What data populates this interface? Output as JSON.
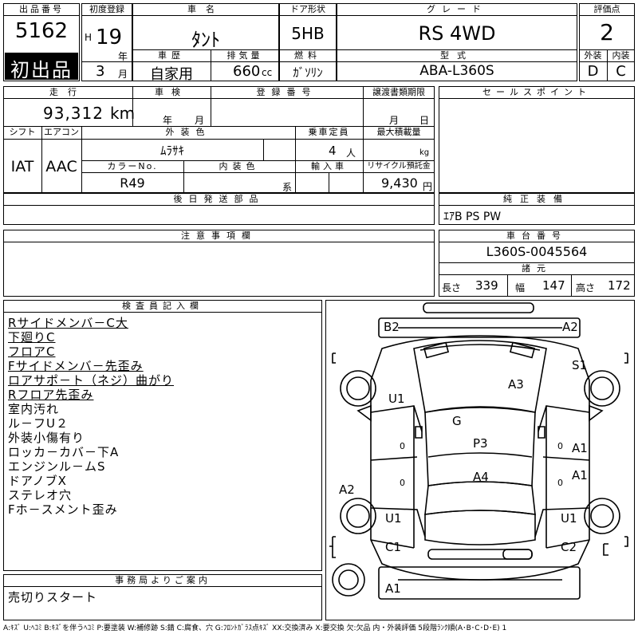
{
  "header": {
    "lot_label": "出品番号",
    "lot_number": "5162",
    "first_listing": "初出品",
    "reg_label": "初度登録",
    "era": "H",
    "year": "19",
    "year_unit": "年",
    "month": "3",
    "month_unit": "月",
    "name_label": "車名",
    "car_name": "ﾀﾝﾄ",
    "history_label": "車歴",
    "history_value": "自家用",
    "displacement_label": "排気量",
    "displacement_value": "660",
    "displacement_unit": "cc",
    "door_label": "ドア形状",
    "door_value": "5HB",
    "fuel_label": "燃料",
    "fuel_value": "ｶﾞｿﾘﾝ",
    "grade_label": "グレード",
    "grade_value": "RS 4WD",
    "model_label": "型式",
    "model_value": "ABA-L360S",
    "score_label": "評価点",
    "score_value": "2",
    "exterior_label": "外装",
    "exterior_value": "D",
    "interior_label": "内装",
    "interior_value": "C"
  },
  "specs": {
    "mileage_label": "走行",
    "mileage_value": "93,312",
    "mileage_unit": "km",
    "inspection_label": "車検",
    "inspection_year_unit": "年",
    "inspection_month_unit": "月",
    "registration_label": "登録番号",
    "transfer_label": "譲渡書類期限",
    "transfer_month_unit": "月",
    "transfer_day_unit": "日",
    "shift_label": "シフト",
    "shift_value": "IAT",
    "ac_label": "エアコン",
    "ac_value": "AAC",
    "ext_color_label": "外装色",
    "ext_color_value": "ﾑﾗｻｷ",
    "capacity_label": "乗車定員",
    "capacity_value": "4",
    "capacity_unit": "人",
    "load_label": "最大積載量",
    "load_unit": "kg",
    "color_no_label": "カラーNo.",
    "color_no_value": "R49",
    "int_color_label": "内装色",
    "int_color_suffix": "系",
    "import_label": "輸入車",
    "recycle_label": "リサイクル預託金",
    "recycle_value": "9,430",
    "recycle_unit": "円",
    "later_parts_label": "後日発送部品"
  },
  "sales": {
    "sales_label": "セールスポイント",
    "equipment_label": "純正装備",
    "equipment_value": "ｴｱB PS PW",
    "chassis_label": "車台番号",
    "chassis_value": "L360S-0045564",
    "dims_label": "諸元",
    "length_label": "長さ",
    "length_value": "339",
    "width_label": "幅",
    "width_value": "147",
    "height_label": "高さ",
    "height_value": "172"
  },
  "caution": {
    "label": "注意事項欄"
  },
  "inspector": {
    "label": "検査員記入欄",
    "lines": [
      "Rサイドメンバ－C大",
      "下廻りC",
      "フロアC",
      "Fサイドメンバ－先歪み",
      "ロアサポ－ト（ネジ）曲がり",
      "Rフロア先歪み",
      "室内汚れ",
      "ル－フU２",
      "外装小傷有り",
      "ロッカ－カバ－下A",
      "エンジンル－ムS",
      "ドアノブX",
      "ステレオ穴",
      "Fホ－スメント歪み"
    ]
  },
  "office": {
    "label": "事務局よりご案内",
    "message": "売切りスタート"
  },
  "diagram": {
    "marks": {
      "b2": "B2",
      "a2_top": "A2",
      "s1": "S1",
      "u1_left_upper": "U1",
      "a3": "A3",
      "g": "G",
      "zero_left_upper": "0",
      "zero_right_upper": "0",
      "a1_right_upper": "A1",
      "p3": "P3",
      "a4": "A4",
      "a1_right_mid": "A1",
      "zero_left_lower": "0",
      "zero_right_lower": "0",
      "a2_left": "A2",
      "u1_left_lower": "U1",
      "u1_right_lower": "U1",
      "c1": "C1",
      "c2": "C2",
      "a1_bottom": "A1"
    }
  },
  "legend": "A:ｷｽﾞ U:ﾍｺﾐ B:ｷｽﾞを伴うﾍｺﾐ P:要塗装 W:補修跡 S:錆 C:腐食、穴 G:ﾌﾛﾝﾄｶﾞﾗｽ点ｷｽﾞ XX:交換済み X:要交換 欠:欠品 内・外装評価 5段階ﾗﾝｸ順(A･B･C･D･E) 1"
}
